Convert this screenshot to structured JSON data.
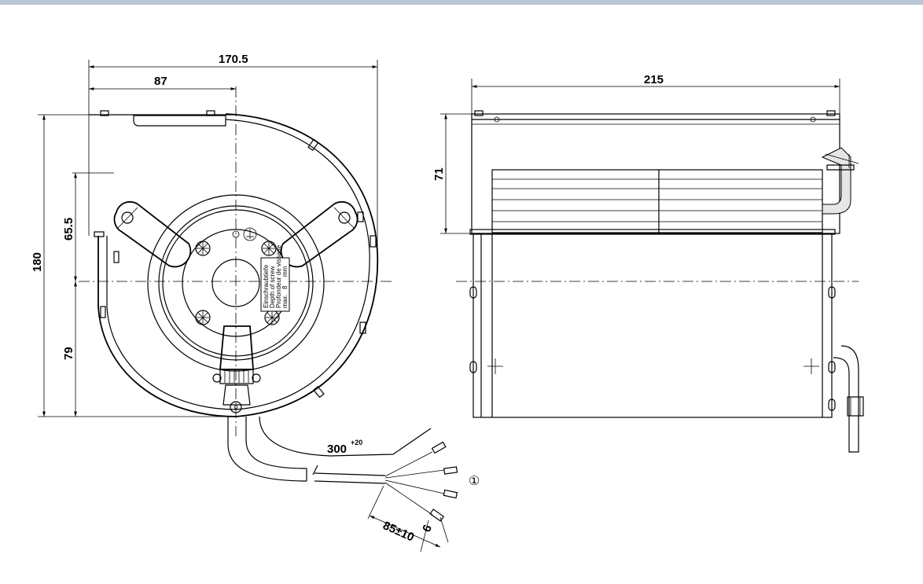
{
  "dimensions": {
    "front_width": "170.5",
    "front_center_offset": "87",
    "front_height": "180",
    "front_upper": "65.5",
    "front_lower": "79",
    "side_width": "215",
    "side_height": "71",
    "cable_length": "300",
    "cable_length_tol": "+20",
    "strip_length": "85±10",
    "end_strip": "6"
  },
  "callout": "①",
  "label_lines": [
    "Einschraubtiefe",
    "Depth of screw",
    "Profondeur de vissage",
    "max.",
    "8",
    "mm"
  ],
  "colors": {
    "top_bar": "#b9c7d6",
    "line": "#000000",
    "shade": "#e6e6e6"
  }
}
